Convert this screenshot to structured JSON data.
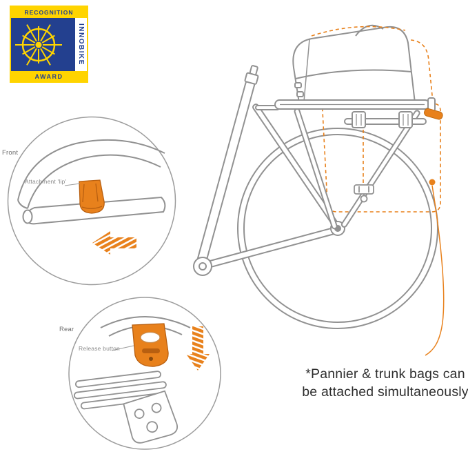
{
  "badge": {
    "recognition_label": "RECOGNITION",
    "innobike_label": "INNOBIKE",
    "award_label": "AWARD",
    "colors": {
      "blue": "#23408f",
      "yellow": "#ffd400"
    }
  },
  "callouts": {
    "front": {
      "label": "Front",
      "annotation": "Attachment 'lip'"
    },
    "rear": {
      "label": "Rear",
      "annotation": "Release button"
    }
  },
  "note": {
    "line1": "*Pannier & trunk bags can",
    "line2": "be attached simultaneously"
  },
  "icons": {
    "arrow_left": "striped-orange-arrow-left",
    "arrow_down": "striped-orange-arrow-down",
    "bike_wheel": "stylized-yellow-bike-wheel"
  },
  "colors": {
    "accent_orange": "#e8811c",
    "accent_orange_dark": "#b85f10",
    "line_gray": "#919191",
    "label_gray": "#6f6f6f",
    "note_text": "#2e2e2e"
  }
}
